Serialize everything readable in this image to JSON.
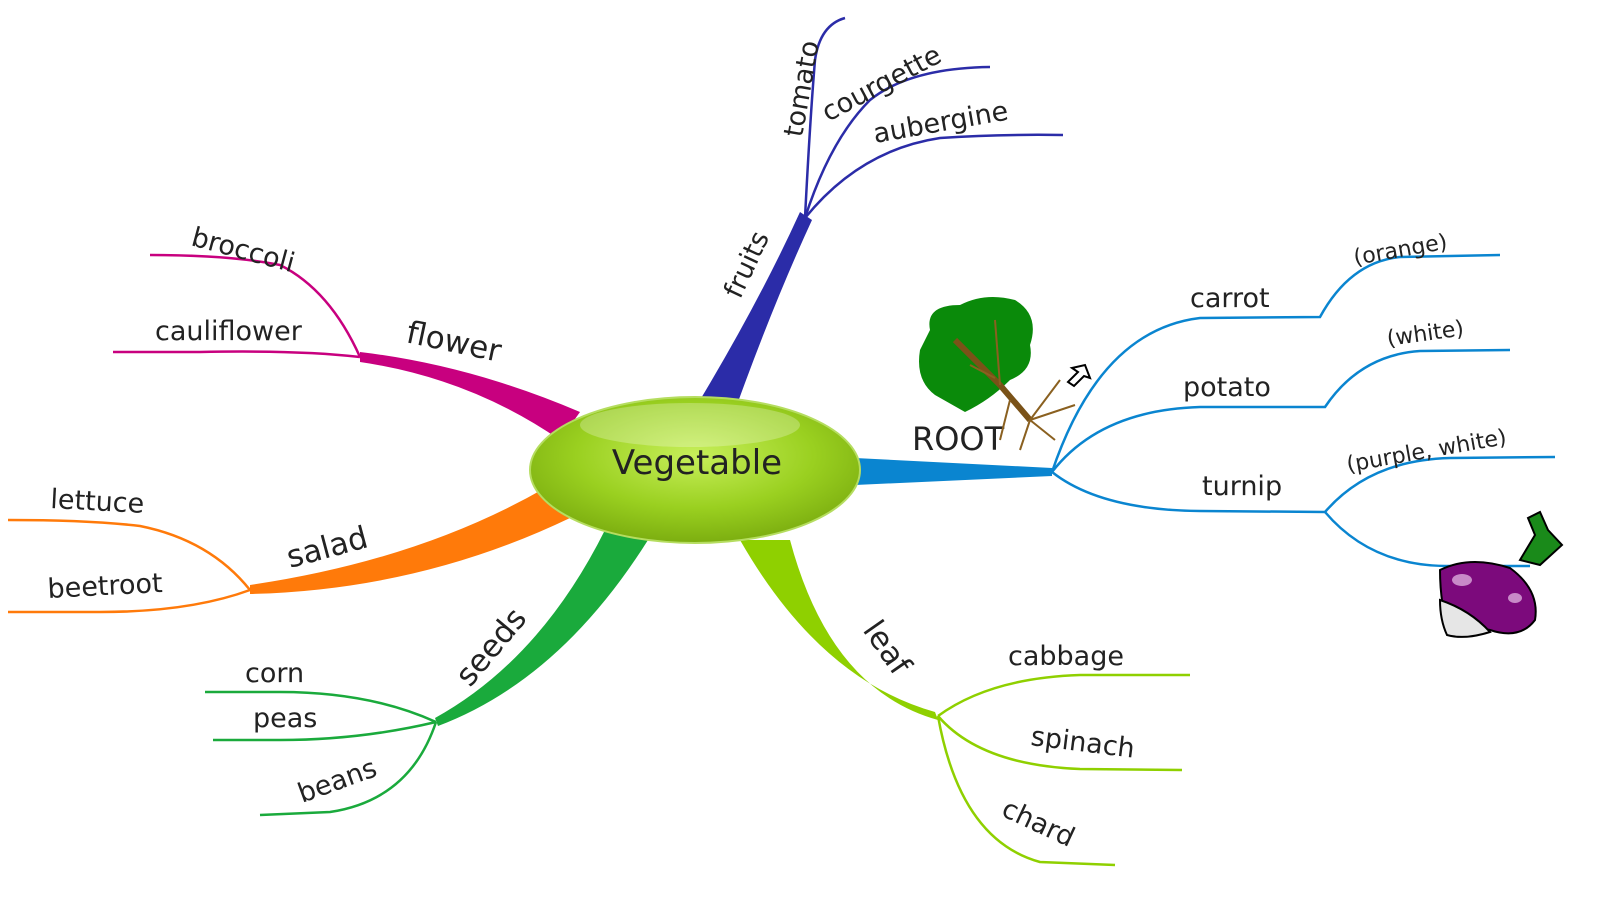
{
  "central": {
    "label": "Vegetable"
  },
  "colors": {
    "fruits": "#2b2ca8",
    "root": "#0a85d0",
    "flower": "#c8007f",
    "salad": "#ff7a0a",
    "seeds": "#1aaa3c",
    "leaf": "#8fd000",
    "center": "#9ad020"
  },
  "branches": {
    "fruits": {
      "label": "fruits",
      "children": [
        "tomato",
        "courgette",
        "aubergine"
      ]
    },
    "root": {
      "label": "ROOT",
      "icon": "tree-with-roots-icon",
      "children": [
        {
          "label": "carrot",
          "note": "(orange)"
        },
        {
          "label": "potato",
          "note": "(white)"
        },
        {
          "label": "turnip",
          "note": "(purple, white)",
          "icon": "turnip-icon"
        }
      ]
    },
    "flower": {
      "label": "flower",
      "children": [
        "broccoli",
        "cauliflower"
      ]
    },
    "salad": {
      "label": "salad",
      "children": [
        "lettuce",
        "beetroot"
      ]
    },
    "seeds": {
      "label": "seeds",
      "children": [
        "corn",
        "peas",
        "beans"
      ]
    },
    "leaf": {
      "label": "leaf",
      "children": [
        "cabbage",
        "spinach",
        "chard"
      ]
    }
  }
}
